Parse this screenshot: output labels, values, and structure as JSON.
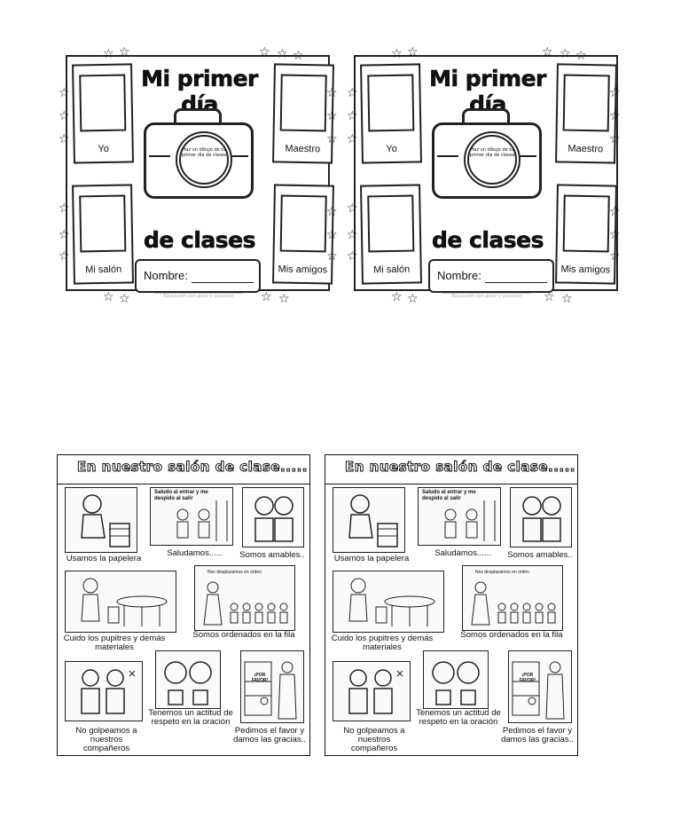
{
  "first_day_sheet": {
    "title_line1": "Mi primer día",
    "title_line2": "de clases",
    "photos": [
      "Yo",
      "Maestro",
      "Mi salón",
      "Mis amigos"
    ],
    "camera_lens_text": "Haz un dibujo de tu primer día de clases",
    "name_label": "Nombre:",
    "credit": "Educación con amor y vocación"
  },
  "classroom_sheet": {
    "heading": "En nuestro salón de clase.....",
    "panels": [
      {
        "caption": "Usamos la papelera"
      },
      {
        "caption": "Saludamos......",
        "inner_text": "Saludo al entrar y me despido al salir"
      },
      {
        "caption": "Somos amables.."
      },
      {
        "caption": "Cuido los pupitres y demás materiales"
      },
      {
        "caption": "Somos ordenados en la fila",
        "inner_text": "Nos desplazamos en orden"
      },
      {
        "caption": "No golpeamos a nuestros compañeros"
      },
      {
        "caption": "Tenemos un actitud de respeto en la oración"
      },
      {
        "caption": "Pedimos el favor y damos las gracias..",
        "inner_text": "¡POR FAVOR!"
      }
    ]
  }
}
